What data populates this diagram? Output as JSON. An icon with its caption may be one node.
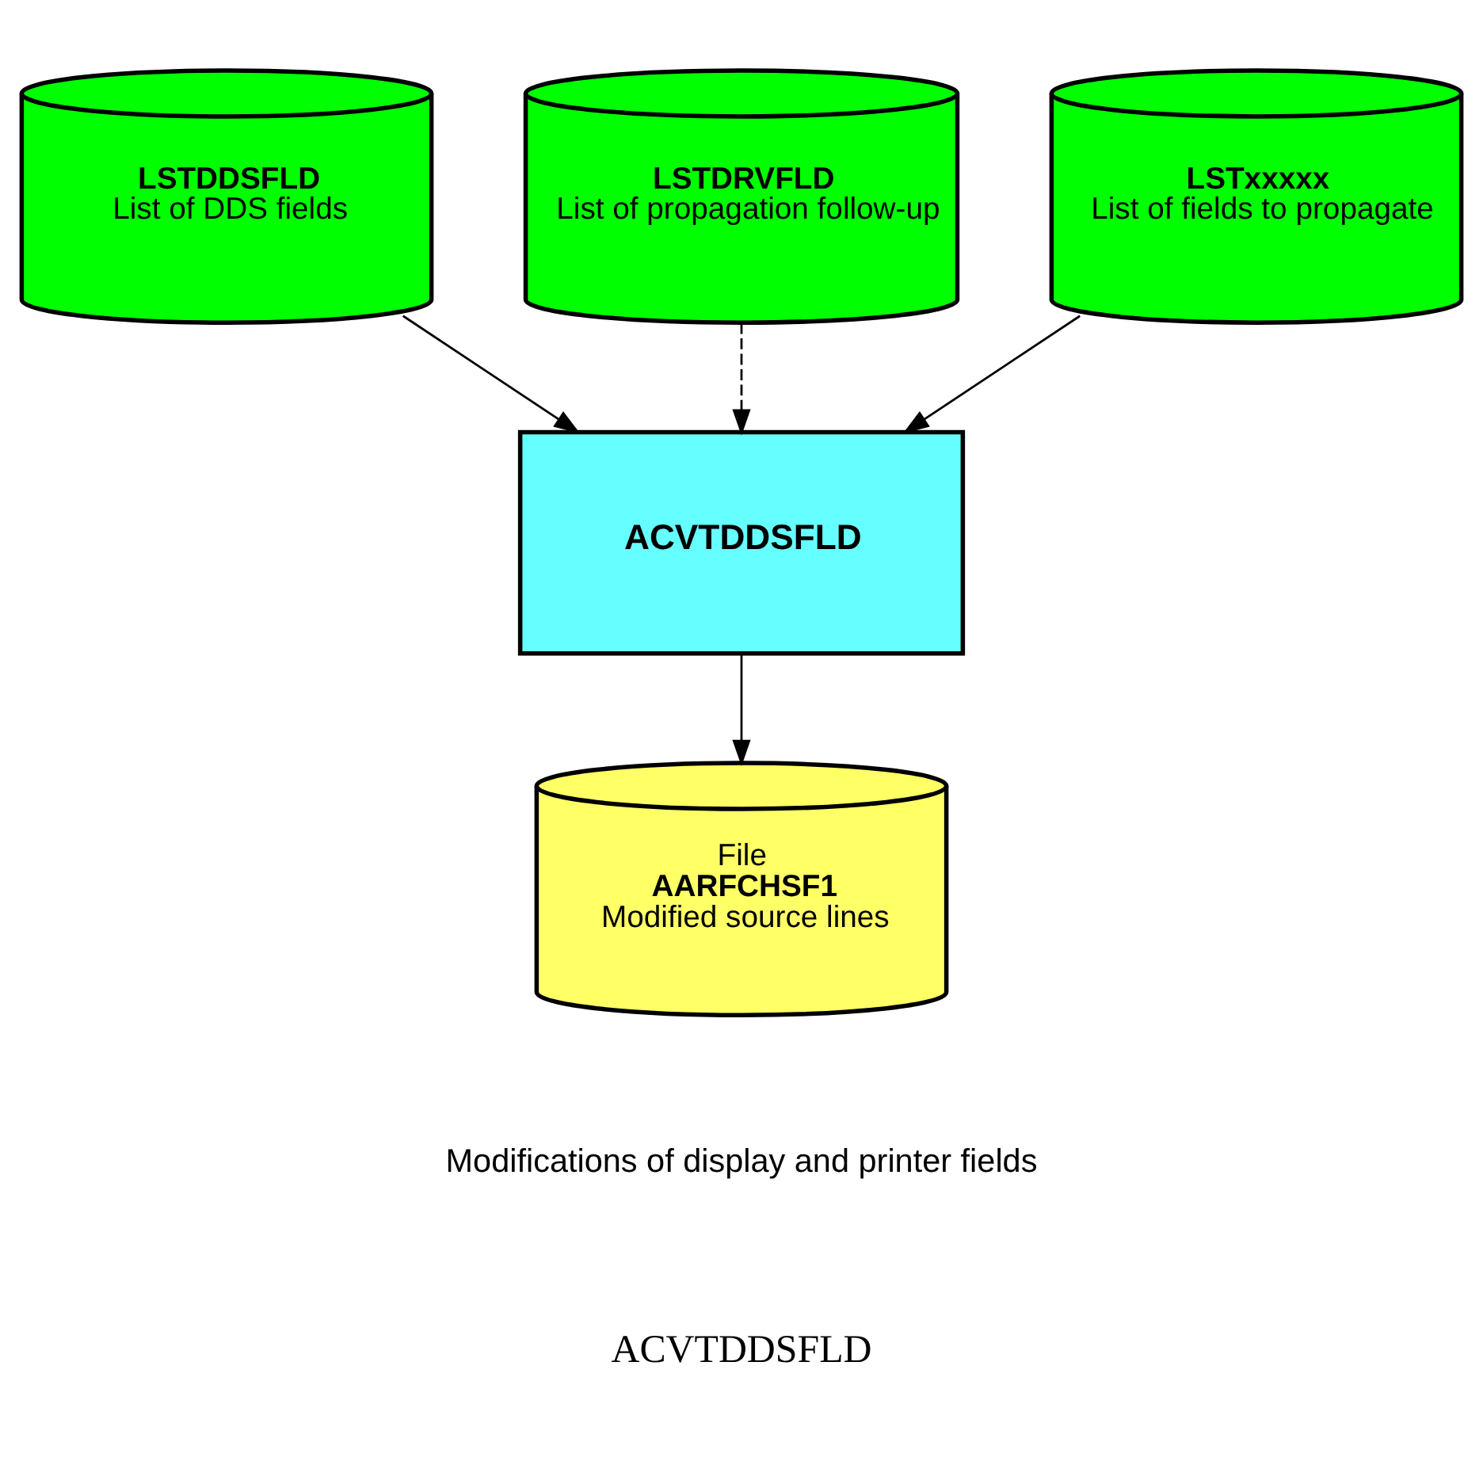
{
  "diagram": {
    "nodes": [
      {
        "text": [
          "LSTDDSFLD",
          "List of DDS fields"
        ]
      },
      {
        "text": [
          "LSTDRVFLD",
          "List of propagation follow-up"
        ]
      },
      {
        "text": [
          "LSTxxxxx",
          "List of fields to propagate"
        ]
      },
      {
        "text": [
          "ACVTDDSFLD"
        ]
      },
      {
        "text": [
          "File",
          "AARFCHSF1",
          "Modified source lines"
        ]
      }
    ],
    "edges": [
      {
        "from": 0,
        "to": 3,
        "arrow": "to"
      },
      {
        "from": 1,
        "to": 3,
        "arrow": "to",
        "style": "dashed"
      },
      {
        "from": 2,
        "to": 3,
        "arrow": "to"
      },
      {
        "from": 3,
        "to": 4,
        "arrow": "to"
      }
    ],
    "labels": [
      "Modifications of display and printer fields",
      "ACVTDDSFLD"
    ]
  }
}
